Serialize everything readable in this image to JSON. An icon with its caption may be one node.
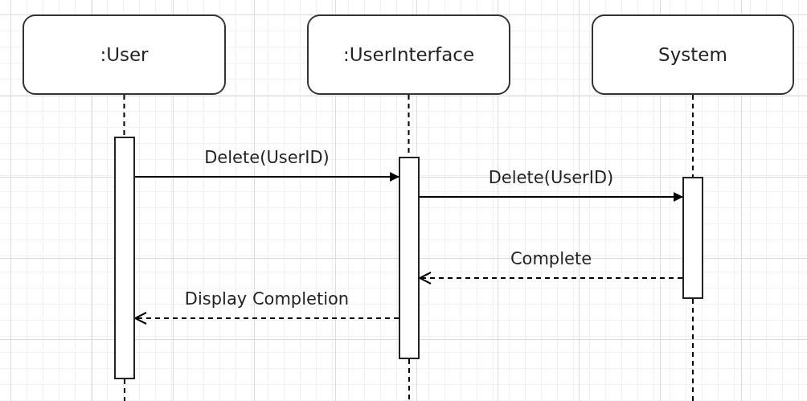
{
  "diagram": {
    "nodes": [
      {
        "text": [
          ":User"
        ]
      },
      {
        "text": [
          ":UserInterface"
        ]
      },
      {
        "text": [
          "System"
        ]
      },
      {
        "text": [],
        "shape": "bar"
      },
      {
        "text": [],
        "shape": "bar"
      },
      {
        "text": [],
        "shape": "bar"
      }
    ],
    "edges": [
      {
        "from": 0,
        "to": 3,
        "arrow": "none",
        "style": "dashed"
      },
      {
        "from": 1,
        "to": 4,
        "arrow": "none",
        "style": "dashed"
      },
      {
        "from": 2,
        "to": 5,
        "arrow": "none",
        "style": "dashed"
      },
      {
        "from": 3,
        "to": null,
        "arrow": "none",
        "style": "dashed"
      },
      {
        "from": 4,
        "to": null,
        "arrow": "none",
        "style": "dashed"
      },
      {
        "from": 5,
        "to": null,
        "arrow": "none",
        "style": "dashed"
      },
      {
        "from": 3,
        "to": 4,
        "arrow": "to",
        "label": "Delete(UserID)"
      },
      {
        "from": 4,
        "to": 5,
        "arrow": "to",
        "label": "Delete(UserID)"
      },
      {
        "from": 5,
        "to": 4,
        "arrow": "to",
        "label": "Complete",
        "style": "dashed"
      },
      {
        "from": 4,
        "to": 3,
        "arrow": "to",
        "label": "Display Completion",
        "style": "dashed"
      }
    ]
  }
}
